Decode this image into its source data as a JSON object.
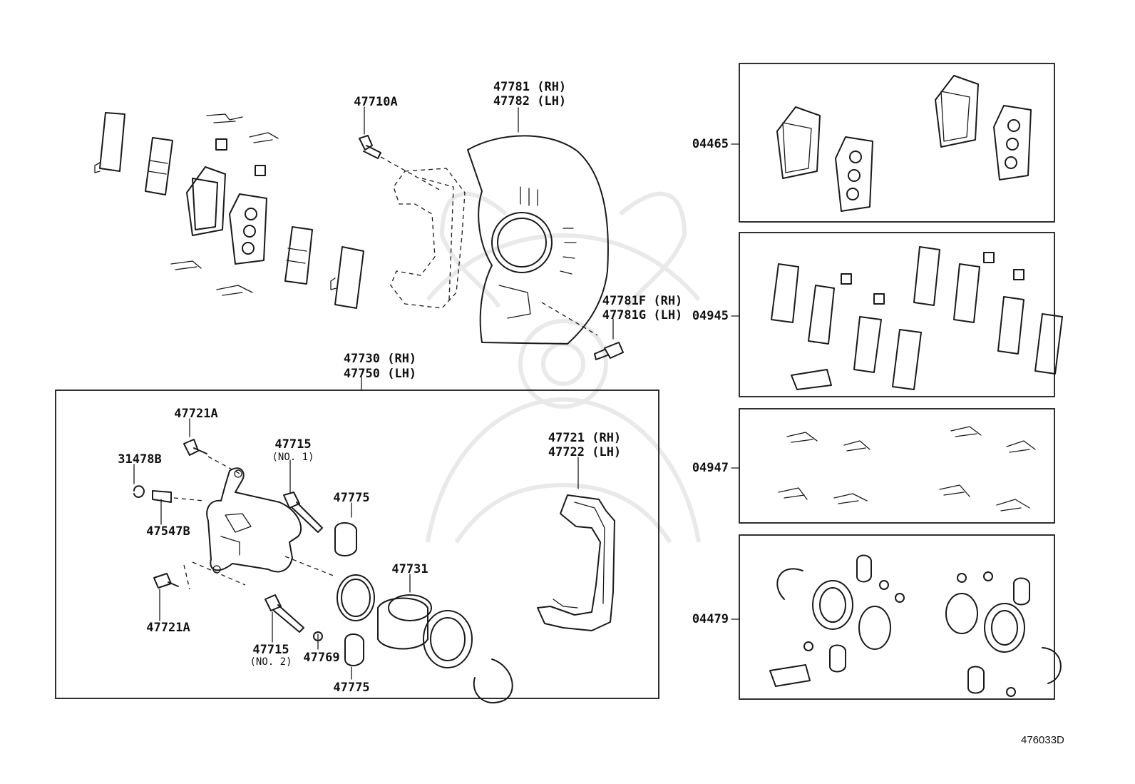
{
  "diagram_ref": "476033D",
  "callouts": {
    "p47710A": "47710A",
    "p47781": "47781 (RH)",
    "p47782": "47782 (LH)",
    "p47781F": "47781F (RH)",
    "p47781G": "47781G (LH)",
    "p47730": "47730 (RH)",
    "p47750": "47750 (LH)",
    "p47721A_top": "47721A",
    "p31478B": "31478B",
    "p47547B": "47547B",
    "p47721A_bottom": "47721A",
    "p47715_no1": "47715",
    "p47715_no1_note": "(NO. 1)",
    "p47715_no2": "47715",
    "p47715_no2_note": "(NO. 2)",
    "p47775_top": "47775",
    "p47775_bottom": "47775",
    "p47769": "47769",
    "p47731": "47731",
    "p47721": "47721 (RH)",
    "p47722": "47722 (LH)",
    "p04465": "04465",
    "p04945": "04945",
    "p04947": "04947",
    "p04479": "04479"
  }
}
